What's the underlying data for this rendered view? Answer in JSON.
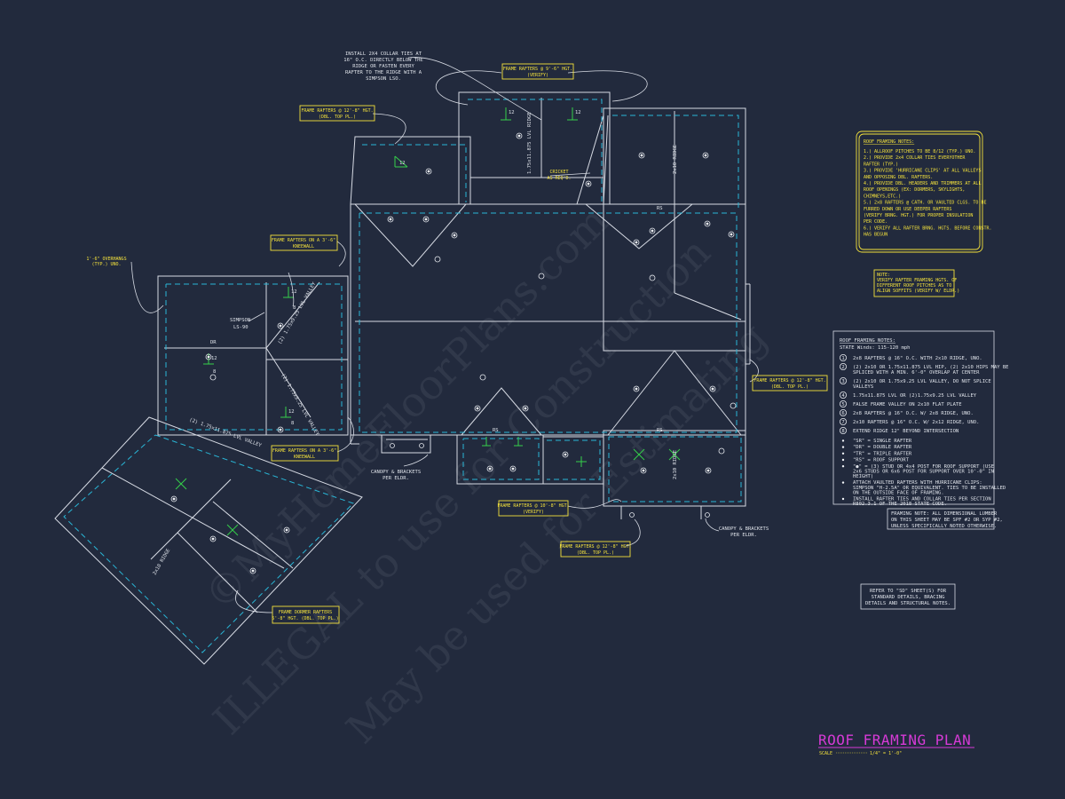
{
  "watermark": {
    "line1": "©MyHomeFloorPlans.com",
    "line2": "ILLEGAL to use for Construction",
    "line3": "May be used for Estimating"
  },
  "callouts": {
    "collar_ties": [
      "INSTALL 2X4 COLLAR TIES AT",
      "16\" O.C. DIRECTLY BELOW THE",
      "RIDGE OR FASTEN EVERY",
      "RAFTER TO THE RIDGE WITH A",
      "SIMPSON LSO."
    ],
    "frame_9_6_verify": [
      "FRAME RAFTERS @ 9'-6\" HGT.",
      "(VERIFY)"
    ],
    "frame_12_8_top": [
      "FRAME RAFTERS @ 12'-8\" HGT.",
      "(DBL. TOP PL.)"
    ],
    "kneewall_top": [
      "FRAME RAFTERS ON A 3'-6\"",
      "KNEEWALL"
    ],
    "kneewall_bottom": [
      "FRAME RAFTERS ON A 3'-6\"",
      "KNEEWALL"
    ],
    "overhangs": [
      "1'-6\" OVERHANGS",
      "(TYP.) UNO."
    ],
    "simpson": [
      "SIMPSON",
      "LS-90"
    ],
    "cricket": [
      "CRICKET",
      "AS REQ'D."
    ],
    "frame_right_12_8": [
      "FRAME RAFTERS @ 12'-8\" HGT.",
      "(DBL. TOP PL.)"
    ],
    "frame_10_8_verify": [
      "FRAME RAFTERS @ 10'-8\" HGT.",
      "(VERIFY)"
    ],
    "frame_12_8_bottom": [
      "FRAME RAFTERS @ 12'-8\" HGT.",
      "(DBL. TOP PL.)"
    ],
    "canopy_left": [
      "CANOPY & BRACKETS",
      "PER ELDR."
    ],
    "canopy_right": [
      "CANOPY & BRACKETS",
      "PER ELDR."
    ],
    "frame_dormer": [
      "FRAME DORMER RAFTERS",
      "5'-8\" HGT. (DBL. TOP PL.)"
    ]
  },
  "plan_labels": {
    "dr": "DR",
    "rs": "RS",
    "lvl_ridge": "1.75x11.875 LVL RIDGE",
    "ridge_2x10_a": "2x10 RIDGE",
    "ridge_2x10_b": "2x10 RIDGE",
    "ridge_2x10_c": "2x10 RIDGE",
    "lvl_valley_a": "(2) 1.75x9.25 LVL VALLEY",
    "lvl_valley_b": "(2) 1.75x11.875 LVL VALLEY",
    "valley_c": "(2) 1.75x9.25 LVL VALLEY",
    "pitch_12": "12",
    "pitch_8": "8"
  },
  "notes_small": {
    "title": "ROOF FRAMING NOTES:",
    "items": [
      "1.) ALLROOF PITCHES TO BE 8/12 (TYP.) UNO.",
      "2.) PROVIDE 2x4 COLLAR TIES EVERYOTHER",
      "    RAFTER (TYP.)",
      "3.) PROVIDE 'HURRICANE CLIPS' AT ALL VALLEYS",
      "    AND OPPOSING DBL. RAFTERS.",
      "4.) PROVIDE DBL. HEADERS AND TRIMMERS AT ALL",
      "    ROOF OPENINGS (EX: DORMERS, SKYLIGHTS,",
      "    CHIMNEYS,ETC.)",
      "5.) 2x8 RAFTERS @ CATH. OR VAULTED CLGS. TO BE",
      "    FURRED DOWN OR USE DEEPER RAFTERS",
      "    (VERIFY BRNG. HGT.) FOR PROPER INSULATION",
      "    PER CODE.",
      "6.) VERIFY ALL RAFTER BRNG. HGTS. BEFORE CONSTR.",
      "    HAS BEGUN"
    ]
  },
  "note_pitch": {
    "lines": [
      "NOTE:",
      "VERIFY RAFTER FRAMING HGTS. OF",
      "DIFFERENT ROOF PITCHES AS TO",
      "ALIGN SOFFITS (VERIFY W/ ELDR.)"
    ]
  },
  "notes_main": {
    "title": "ROOF FRAMING NOTES:",
    "state_winds": "STATE Winds: 115-120 mph",
    "numbered": [
      {
        "n": "1",
        "lines": [
          "2x8 RAFTERS @ 16\" O.C. WITH 2x10 RIDGE, UNO."
        ]
      },
      {
        "n": "2",
        "lines": [
          "(2) 2x10 OR 1.75x11.875 LVL HIP, (2) 2x10 HIPS MAY BE",
          "SPLICED WITH A MIN. 6'-0\" OVERLAP AT CENTER"
        ]
      },
      {
        "n": "3",
        "lines": [
          "(2) 2x10 OR 1.75x9.25 LVL VALLEY, DO NOT SPLICE",
          "VALLEYS"
        ]
      },
      {
        "n": "4",
        "lines": [
          "1.75x11.875 LVL OR (2)1.75x9.25 LVL VALLEY"
        ]
      },
      {
        "n": "5",
        "lines": [
          "FALSE FRAME VALLEY ON 2x10 FLAT PLATE"
        ]
      },
      {
        "n": "6",
        "lines": [
          "2x8 RAFTERS @ 16\" O.C. W/ 2x8 RIDGE, UNO."
        ]
      },
      {
        "n": "7",
        "lines": [
          "2x10 RAFTERS @ 16\" O.C. W/ 2x12 RIDGE, UNO."
        ]
      },
      {
        "n": "8",
        "lines": [
          "EXTEND RIDGE 12\" BEYOND INTERSECTION"
        ]
      }
    ],
    "bullets": [
      [
        "\"SR\" = SINGLE RAFTER"
      ],
      [
        "\"DR\" = DOUBLE RAFTER"
      ],
      [
        "\"TR\" = TRIPLE RAFTER"
      ],
      [
        "\"RS\" = ROOF SUPPORT"
      ],
      [
        "\"●\" = (3) STUD OR 4x4 POST FOR ROOF SUPPORT (USE",
        "2x6 STUDS OR 6x6 POST FOR SUPPORT OVER 10'-0\" IN",
        "HEIGHT)"
      ],
      [
        "ATTACH VAULTED RAFTERS WITH HURRICANE CLIPS:",
        "SIMPSON \"H-2.5A\" OR EQUIVALENT. TIES TO BE INSTALLED",
        "ON THE OUTSIDE FACE OF FRAMING."
      ],
      [
        "INSTALL RAFTER TIES AND COLLAR TIES PER SECTION",
        "R802.3.1 OF THE 2018 STATE CODE."
      ]
    ]
  },
  "framing_note": {
    "lines": [
      "FRAMING NOTE: ALL DIMENSIONAL LUMBER",
      "ON THIS SHEET MAY BE SPF #2 OR SYP #2,",
      "UNLESS SPECIFICALLY NOTED OTHERWISE."
    ]
  },
  "refer_note": {
    "lines": [
      "REFER TO \"SD\" SHEET(S) FOR",
      "STANDARD DETAILS, BRACING",
      "DETAILS AND STRUCTURAL NOTES."
    ]
  },
  "title_block": {
    "title": "ROOF FRAMING PLAN",
    "scale_label": "SCALE",
    "scale_value": "1/4\" = 1'-0\"",
    "title_color": "#d63ad6"
  },
  "colors": {
    "background": "#222a3d",
    "linework": "#d7dbe4",
    "dashed": "#29b6d6",
    "highlight": "#f4e23c",
    "pitch_mark": "#35d04a"
  }
}
